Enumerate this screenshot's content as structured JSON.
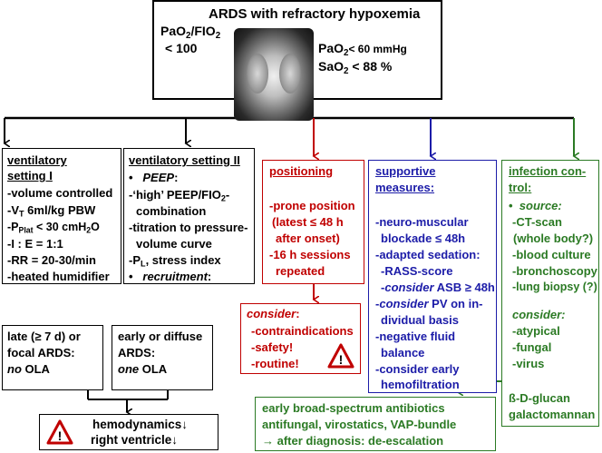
{
  "top": {
    "title": "ARDS with refractory hypoxemia",
    "pf_line1": "PaO",
    "pf_sub1": "2",
    "pf_mid": "/FIO",
    "pf_sub2": "2",
    "pf_line2": "< 100",
    "pao2_a": "PaO",
    "pao2_sub": "2",
    "pao2_b": "< 60 mmHg",
    "sao2_a": "SaO",
    "sao2_sub": "2",
    "sao2_b": " < 88 %"
  },
  "vent1": {
    "title_line1": "ventilatory",
    "title_line2": "setting I",
    "item1": "-volume controlled",
    "item2_a": "-V",
    "item2_sub": "T",
    "item2_b": " 6ml/kg PBW",
    "item3_a": "-P",
    "item3_sub": "Plat",
    "item3_b": " < 30 cmH",
    "item3_sub2": "2",
    "item3_c": "O",
    "item4": "-I : E = 1:1",
    "item5": "-RR = 20-30/min",
    "item6": "-heated humidifier"
  },
  "vent2": {
    "title": "ventilatory setting II",
    "peep": "PEEP",
    "peep_colon": ":",
    "item1_l1": "-‘high’ PEEP/FIO",
    "item1_sub": "2",
    "item1_dash": "-",
    "item1_l2": "combination",
    "item2_l1": "-titration to pressure-",
    "item2_l2": "volume curve",
    "item3_a": "-P",
    "item3_sub": "L",
    "item3_b": ", stress index",
    "recruit": "recruitment",
    "recruit_colon": ":"
  },
  "ola": {
    "left_l1": "late (≥ 7 d) or",
    "left_l2": "focal ARDS:",
    "left_l3": "no",
    "left_l3b": " OLA",
    "right_l1": "early or diffuse",
    "right_l2": "ARDS:",
    "right_l3": "one",
    "right_l3b": " OLA"
  },
  "hemo": {
    "l1": "hemodynamics↓",
    "l2": "right ventricle↓"
  },
  "positioning": {
    "title": "positioning",
    "l1": "-prone position",
    "l2": "(latest ≤ 48 h",
    "l3": "after onset)",
    "l4": "-16 h sessions",
    "l5": "repeated"
  },
  "consider_red": {
    "title": "consider",
    "colon": ":",
    "l1": "-contraindications",
    "l2": "-safety!",
    "l3": "-routine!"
  },
  "supportive": {
    "title_l1": "supportive",
    "title_l2": "measures:",
    "l1": "-neuro-muscular",
    "l2": "blockade ≤ 48h",
    "l3": "-adapted sedation:",
    "l4": "-RASS-score",
    "l5_a": "-",
    "l5_i": "consider",
    "l5_b": " ASB ≥ 48h",
    "l6_a": "-",
    "l6_i": "consider",
    "l6_b": " PV on in-",
    "l7": "dividual basis",
    "l8": "-negative fluid",
    "l9": "balance",
    "l10": "-consider early",
    "l11": "hemofiltration"
  },
  "infection": {
    "title_l1": "infection con-",
    "title_l2": "trol:",
    "source": "source:",
    "l1": "-CT-scan",
    "l2": "(whole body?)",
    "l3": "-blood culture",
    "l4": "-bronchoscopy",
    "l5": "-lung biopsy (?)",
    "consider": "consider:",
    "l6": "-atypical",
    "l7": "-fungal",
    "l8": "-virus",
    "l9": "ß-D-glucan",
    "l10": "galactomannan"
  },
  "antibiotics": {
    "l1": "early broad-spectrum antibiotics",
    "l2": "antifungal, virostatics, VAP-bundle",
    "l3": "→ after diagnosis: de-escalation"
  },
  "colors": {
    "black": "#000000",
    "red": "#c00000",
    "blue": "#1c1ca8",
    "green": "#2b7a24"
  }
}
